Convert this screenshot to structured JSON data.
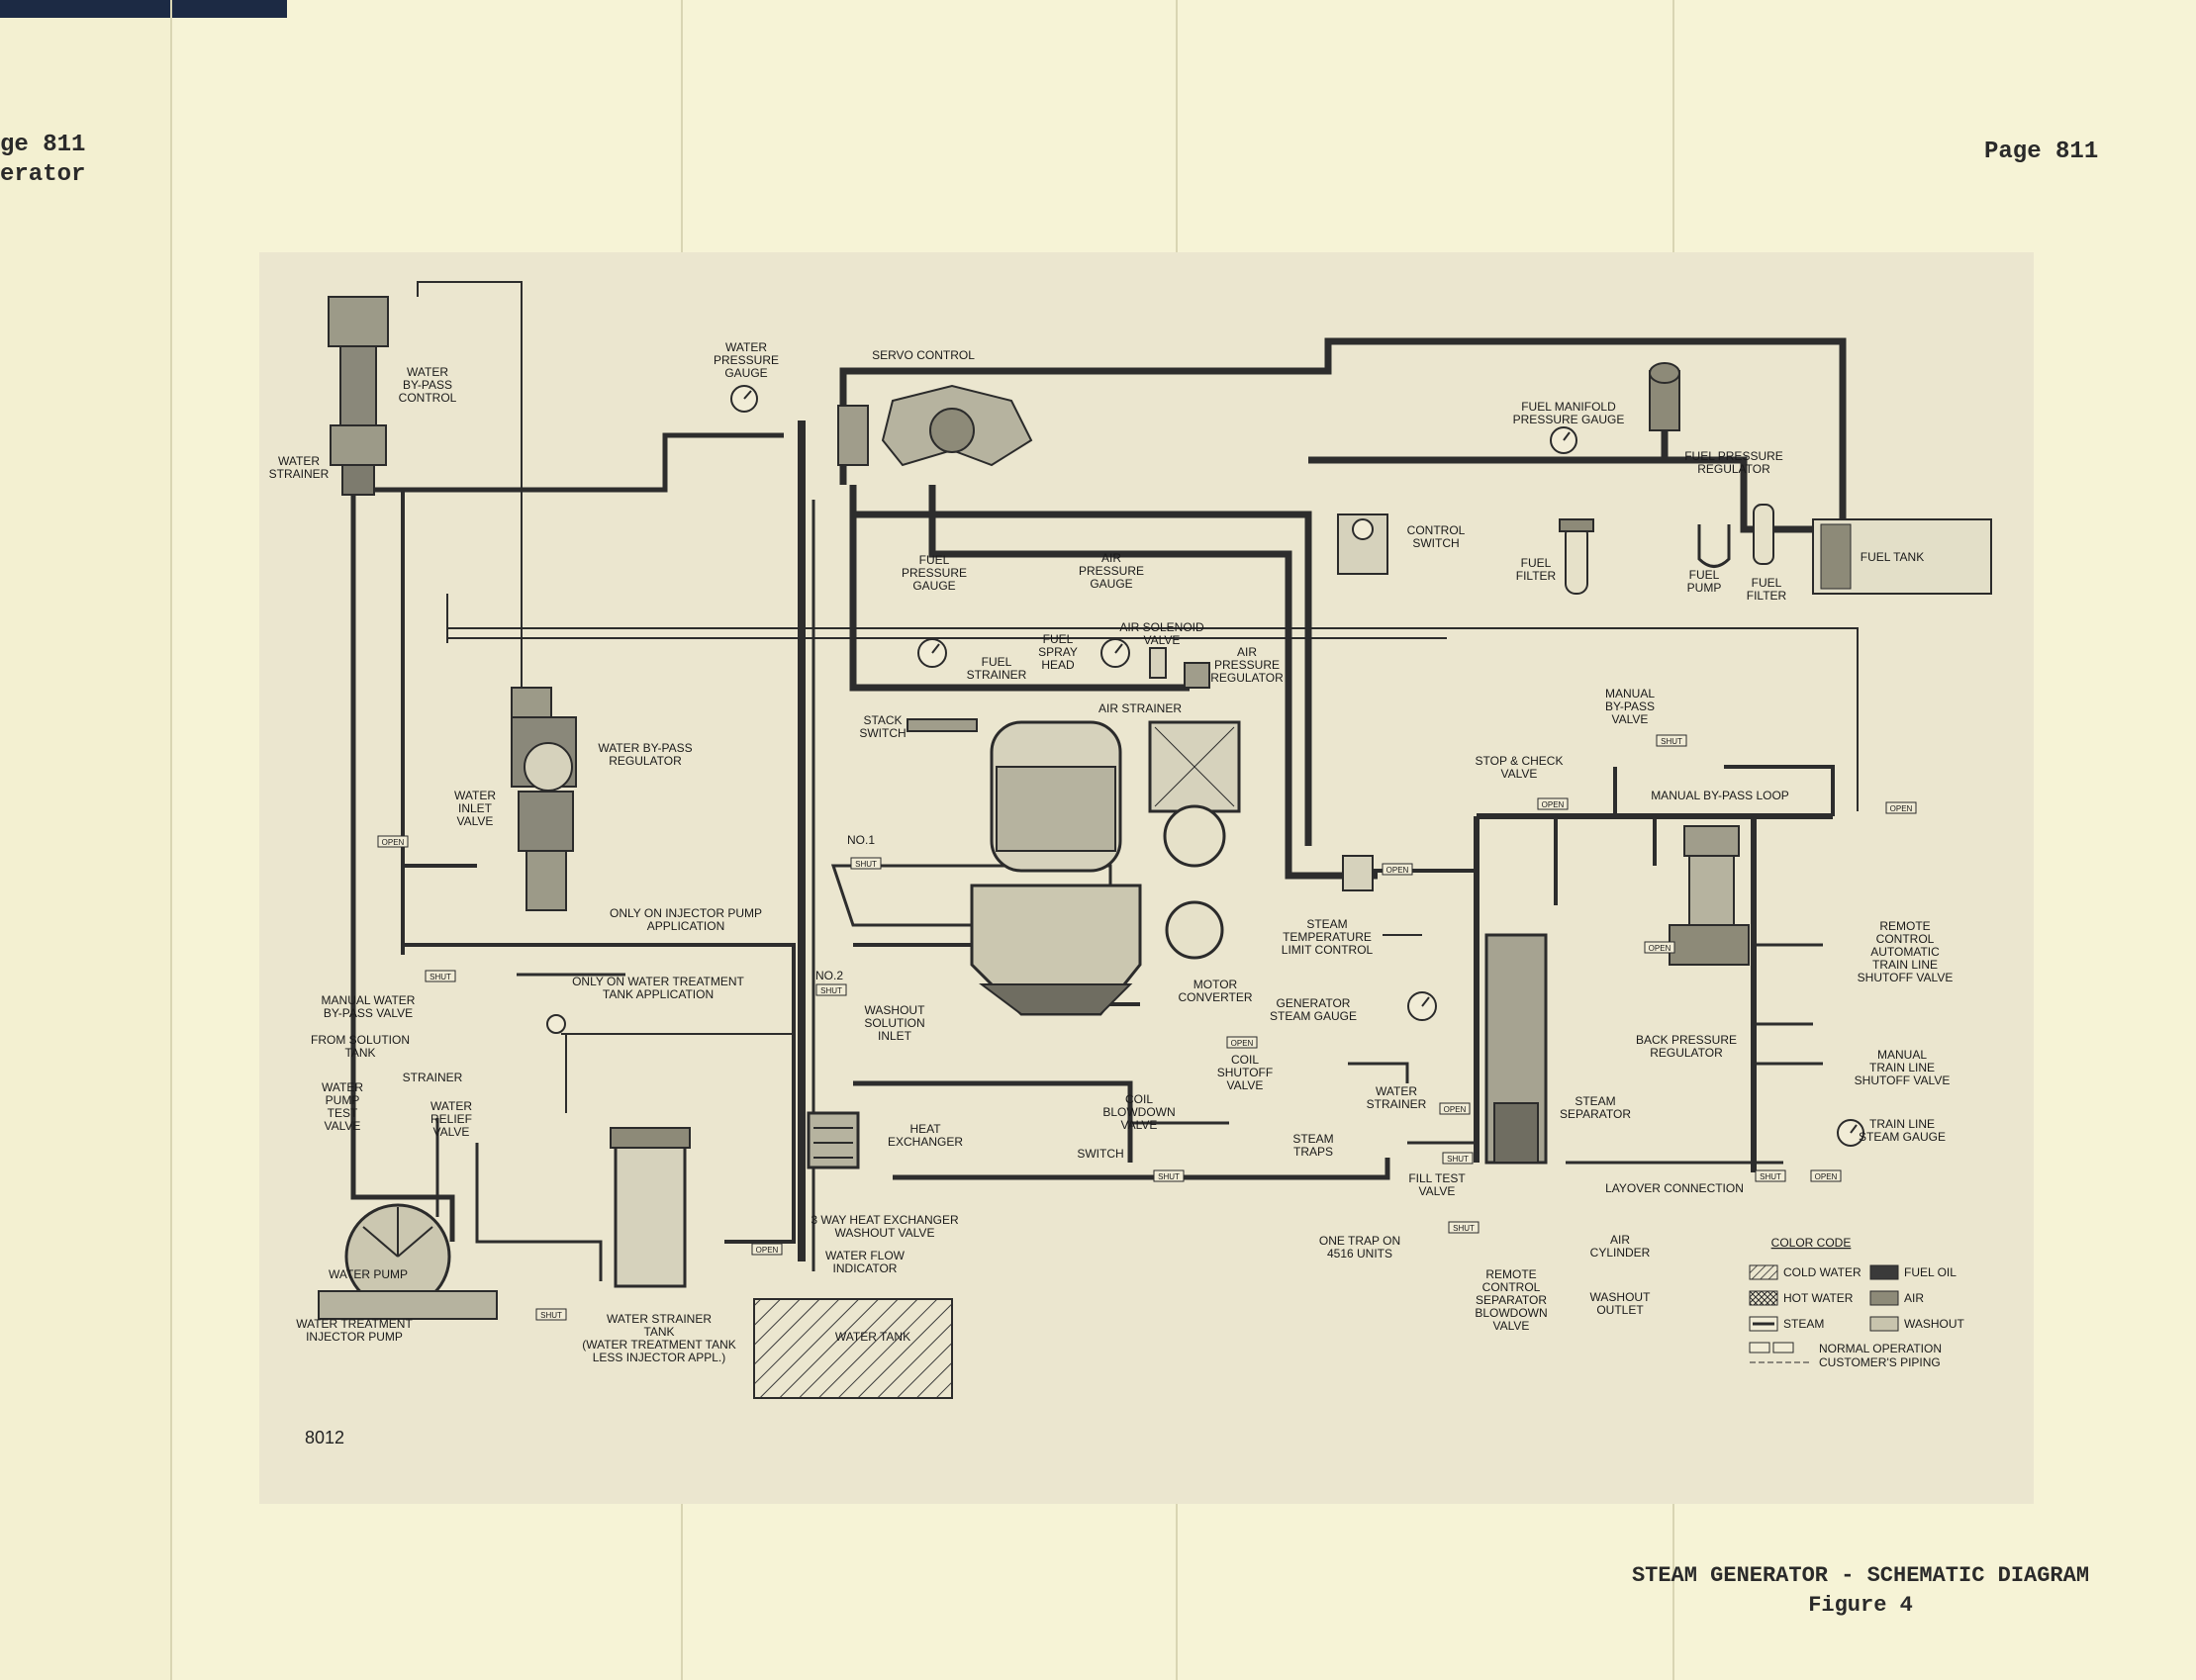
{
  "page": {
    "header_left_lines": [
      "ge 811",
      "erator"
    ],
    "header_right": "Page 811",
    "caption_title": "STEAM GENERATOR - SCHEMATIC DIAGRAM",
    "caption_figure": "Figure 4",
    "drawing_number": "8012"
  },
  "diagram": {
    "labels": {
      "water_bypass_control": [
        "WATER",
        "BY-PASS",
        "CONTROL"
      ],
      "water_strainer_top": [
        "WATER",
        "STRAINER"
      ],
      "water_pressure_gauge": [
        "WATER",
        "PRESSURE",
        "GAUGE"
      ],
      "servo_control": [
        "SERVO CONTROL"
      ],
      "fuel_manifold_gauge": [
        "FUEL MANIFOLD",
        "PRESSURE GAUGE"
      ],
      "fuel_pressure_regulator": [
        "FUEL PRESSURE",
        "REGULATOR"
      ],
      "control_switch": [
        "CONTROL",
        "SWITCH"
      ],
      "fuel_filter": [
        "FUEL",
        "FILTER"
      ],
      "fuel_pump": [
        "FUEL",
        "PUMP"
      ],
      "fuel_filter_2": [
        "FUEL",
        "FILTER"
      ],
      "fuel_tank": [
        "FUEL TANK"
      ],
      "fuel_pressure_gauge": [
        "FUEL",
        "PRESSURE",
        "GAUGE"
      ],
      "air_pressure_gauge": [
        "AIR",
        "PRESSURE",
        "GAUGE"
      ],
      "fuel_strainer": [
        "FUEL",
        "STRAINER"
      ],
      "fuel_spray_head": [
        "FUEL",
        "SPRAY",
        "HEAD"
      ],
      "air_solenoid_valve": [
        "AIR SOLENOID",
        "VALVE"
      ],
      "air_pressure_regulator": [
        "AIR",
        "PRESSURE",
        "REGULATOR"
      ],
      "air_strainer": [
        "AIR STRAINER"
      ],
      "stack_switch": [
        "STACK",
        "SWITCH"
      ],
      "water_bypass_regulator": [
        "WATER BY-PASS",
        "REGULATOR"
      ],
      "water_inlet_valve": [
        "WATER",
        "INLET",
        "VALVE"
      ],
      "manual_bypass_valve": [
        "MANUAL",
        "BY-PASS",
        "VALVE"
      ],
      "stop_check_valve": [
        "STOP & CHECK",
        "VALVE"
      ],
      "manual_bypass_loop": [
        "MANUAL BY-PASS LOOP"
      ],
      "no1": [
        "NO.1"
      ],
      "injector_pump_app": [
        "ONLY ON INJECTOR PUMP",
        "APPLICATION"
      ],
      "water_treatment_app": [
        "ONLY ON WATER TREATMENT",
        "TANK APPLICATION"
      ],
      "no2": [
        "NO.2"
      ],
      "washout_solution_inlet": [
        "WASHOUT",
        "SOLUTION",
        "INLET"
      ],
      "motor_converter": [
        "MOTOR",
        "CONVERTER"
      ],
      "steam_temp_limit": [
        "STEAM",
        "TEMPERATURE",
        "LIMIT CONTROL"
      ],
      "remote_control_shutoff": [
        "REMOTE",
        "CONTROL",
        "AUTOMATIC",
        "TRAIN LINE",
        "SHUTOFF VALVE"
      ],
      "manual_water_bypass": [
        "MANUAL WATER",
        "BY-PASS VALVE"
      ],
      "from_solution_tank": [
        "FROM SOLUTION",
        "TANK"
      ],
      "strainer": [
        "STRAINER"
      ],
      "water_pump_test": [
        "WATER",
        "PUMP",
        "TEST",
        "VALVE"
      ],
      "water_relief_valve": [
        "WATER",
        "RELIEF",
        "VALVE"
      ],
      "generator_steam_gauge": [
        "GENERATOR",
        "STEAM GAUGE"
      ],
      "back_pressure_regulator": [
        "BACK PRESSURE",
        "REGULATOR"
      ],
      "coil_shutoff_valve": [
        "COIL",
        "SHUTOFF",
        "VALVE"
      ],
      "manual_train_line": [
        "MANUAL",
        "TRAIN LINE",
        "SHUTOFF VALVE"
      ],
      "heat_exchanger": [
        "HEAT",
        "EXCHANGER"
      ],
      "coil_blowdown_valve": [
        "COIL",
        "BLOWDOWN",
        "VALVE"
      ],
      "water_strainer_right": [
        "WATER",
        "STRAINER"
      ],
      "steam_separator": [
        "STEAM",
        "SEPARATOR"
      ],
      "train_line_gauge": [
        "TRAIN LINE",
        "STEAM GAUGE"
      ],
      "switch": [
        "SWITCH"
      ],
      "steam_traps": [
        "STEAM",
        "TRAPS"
      ],
      "fill_test_valve": [
        "FILL TEST",
        "VALVE"
      ],
      "layover_connection": [
        "LAYOVER CONNECTION"
      ],
      "three_way_valve": [
        "3 WAY HEAT EXCHANGER",
        "WASHOUT VALVE"
      ],
      "one_trap": [
        "ONE TRAP ON",
        "4516 UNITS"
      ],
      "air_cylinder": [
        "AIR",
        "CYLINDER"
      ],
      "water_flow_indicator": [
        "WATER FLOW",
        "INDICATOR"
      ],
      "water_pump": [
        "WATER PUMP"
      ],
      "water_treatment_pump": [
        "WATER TREATMENT",
        "INJECTOR PUMP"
      ],
      "water_strainer_tank": [
        "WATER STRAINER",
        "TANK",
        "(WATER TREATMENT TANK",
        "LESS INJECTOR APPL.)"
      ],
      "water_tank": [
        "WATER TANK"
      ],
      "remote_separator_blowdown": [
        "REMOTE",
        "CONTROL",
        "SEPARATOR",
        "BLOWDOWN",
        "VALVE"
      ],
      "washout_outlet": [
        "WASHOUT",
        "OUTLET"
      ]
    },
    "tags": {
      "open": "OPEN",
      "shut": "SHUT"
    },
    "legend": {
      "title": "COLOR CODE",
      "items": [
        "COLD WATER",
        "FUEL OIL",
        "HOT WATER",
        "AIR",
        "STEAM",
        "WASHOUT"
      ],
      "normal_operation": "NORMAL OPERATION",
      "customers_piping": "CUSTOMER'S PIPING"
    }
  }
}
